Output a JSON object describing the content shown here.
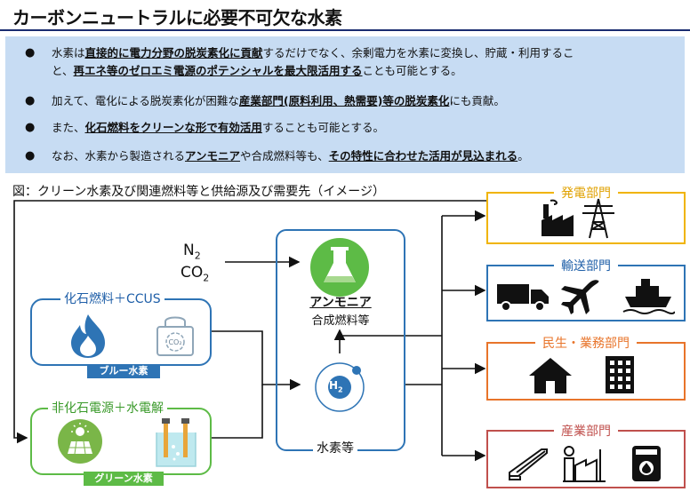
{
  "title": "カーボンニュートラルに必要不可欠な水素",
  "bullets": {
    "b1": {
      "l1_a": "水素は",
      "l1_b": "直接的に電力分野の脱炭素化に貢献",
      "l1_c": "するだけでなく、余剰電力を水素に変換し、貯蔵・利用するこ",
      "l2_a": "と、",
      "l2_b": "再エネ等のゼロエミ電源のポテンシャルを最大限活用する",
      "l2_c": "ことも可能とする。"
    },
    "b2": {
      "a": "加えて、電化による脱炭素化が困難な",
      "b": "産業部門(原料利用、熱需要)等の脱炭素化",
      "c": "にも貢献。"
    },
    "b3": {
      "a": "また、",
      "b": "化石燃料をクリーンな形で有効活用",
      "c": "することも可能とする。"
    },
    "b4": {
      "a": "なお、水素から製造される",
      "b": "アンモニア",
      "c": "や合成燃料等も、",
      "d": "その特性に合わせた活用が見込まれる",
      "e": "。"
    }
  },
  "figure": {
    "caption": "図：クリーン水素及び関連燃料等と供給源及び需要先（イメージ）",
    "inputs": {
      "n2": "N",
      "n2_sub": "2",
      "co2": "CO",
      "co2_sub": "2"
    },
    "fossil": {
      "label": "化石燃料＋CCUS",
      "badge": "ブルー水素",
      "co2_icon_text": "CO₂"
    },
    "nonfossil": {
      "label": "非化石電源＋水電解",
      "badge": "グリーン水素"
    },
    "center": {
      "ammonia": "アンモニア",
      "synthetic": "合成燃料等",
      "h2": "H",
      "h2_sub": "2",
      "label": "水素等"
    },
    "sectors": [
      {
        "name": "発電部門"
      },
      {
        "name": "輸送部門"
      },
      {
        "name": "民生・業務部門"
      },
      {
        "name": "産業部門"
      }
    ]
  },
  "colors": {
    "title_rule": "#1a2c70",
    "summary_bg": "#c7dcf3",
    "fossil": "#2e74b5",
    "fossil_text": "#1f5fa8",
    "green": "#5dbb46",
    "green_text": "#3a9a2a",
    "center": "#2e74b5",
    "power": "#f0b400",
    "transport": "#2e74b5",
    "residential": "#e8742a",
    "industry": "#c0504d"
  }
}
